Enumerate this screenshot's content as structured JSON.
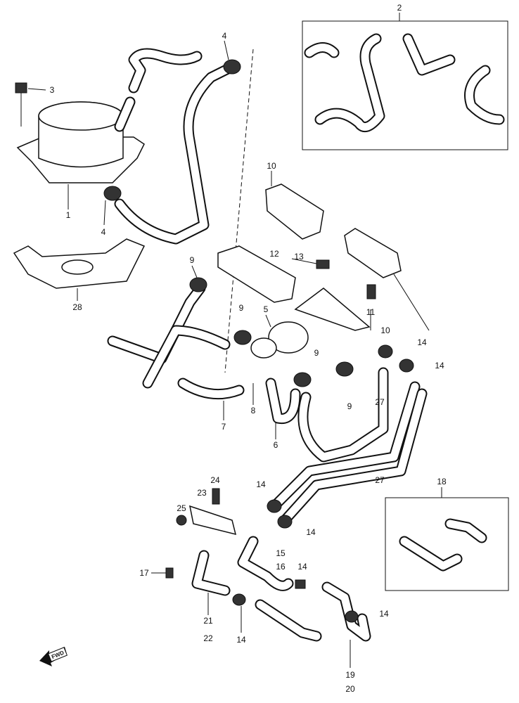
{
  "diagram": {
    "callouts": [
      "2",
      "4",
      "3",
      "1",
      "4",
      "10",
      "12",
      "13",
      "28",
      "9",
      "9",
      "5",
      "9",
      "9",
      "8",
      "7",
      "6",
      "11",
      "10",
      "14",
      "14",
      "27",
      "27",
      "18",
      "24",
      "23",
      "25",
      "14",
      "14",
      "15",
      "16",
      "14",
      "17",
      "21",
      "22",
      "14",
      "14",
      "19",
      "20"
    ],
    "fwd_label": "FWD"
  }
}
